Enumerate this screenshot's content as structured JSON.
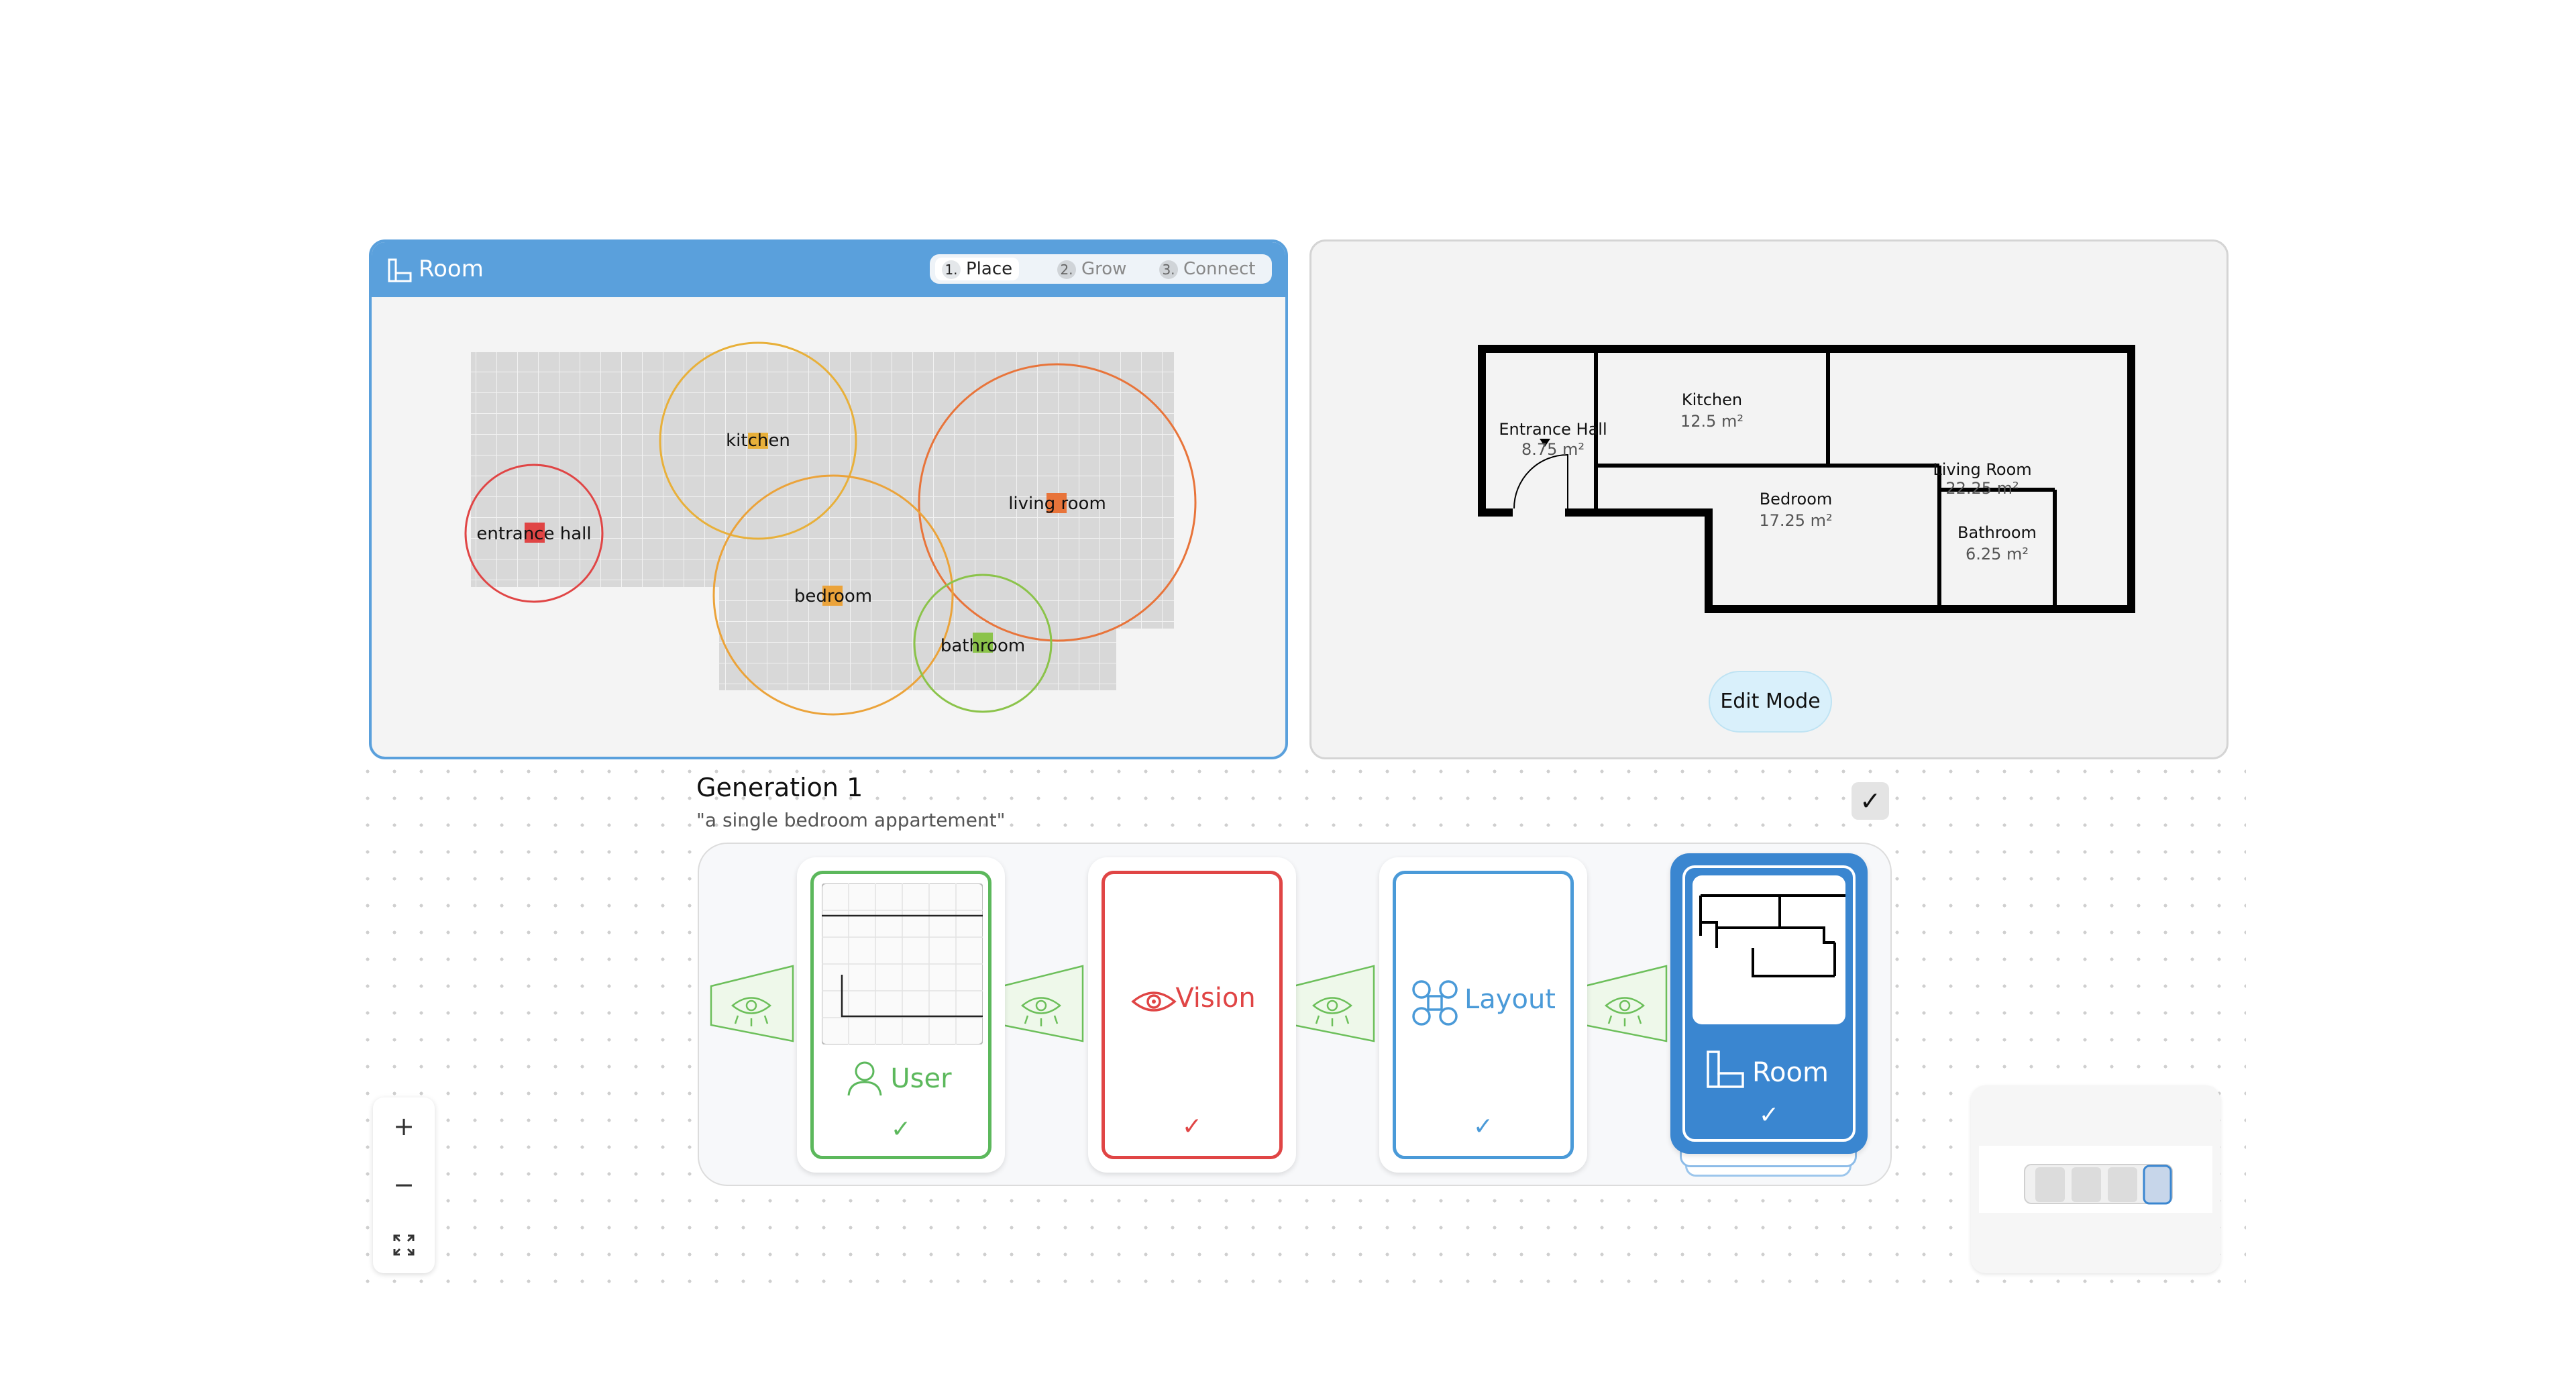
{
  "room_panel": {
    "title": "Room",
    "steps": [
      {
        "num": "1.",
        "label": "Place"
      },
      {
        "num": "2.",
        "label": "Grow"
      },
      {
        "num": "3.",
        "label": "Connect"
      }
    ],
    "rooms": [
      {
        "label": "entrance hall",
        "color": "#e04545"
      },
      {
        "label": "kitchen",
        "color": "#e8a93a"
      },
      {
        "label": "living room",
        "color": "#e8743a"
      },
      {
        "label": "bedroom",
        "color": "#eba33a"
      },
      {
        "label": "bathroom",
        "color": "#8bc34a"
      }
    ]
  },
  "floor_plan": {
    "rooms": [
      {
        "name": "Entrance Hall",
        "area": "8.75 m²"
      },
      {
        "name": "Kitchen",
        "area": "12.5 m²"
      },
      {
        "name": "Living Room",
        "area": "22.25 m²"
      },
      {
        "name": "Bedroom",
        "area": "17.25 m²"
      },
      {
        "name": "Bathroom",
        "area": "6.25 m²"
      }
    ],
    "edit_button": "Edit Mode"
  },
  "generation": {
    "title": "Generation 1",
    "prompt": "\"a single bedroom appartement\"",
    "check": "✓"
  },
  "pipeline": {
    "cards": [
      {
        "label": "User",
        "check": "✓",
        "color": "#5cb85c"
      },
      {
        "label": "Vision",
        "check": "✓",
        "color": "#e04545"
      },
      {
        "label": "Layout",
        "check": "✓",
        "color": "#4a9ad8"
      },
      {
        "label": "Room",
        "check": "✓",
        "color": "#3a86d0"
      }
    ]
  },
  "zoom_controls": {
    "zoom_in": "+",
    "zoom_out": "−"
  },
  "colors": {
    "accent": "#5aa0dc",
    "grid": "#d8d8d8"
  }
}
